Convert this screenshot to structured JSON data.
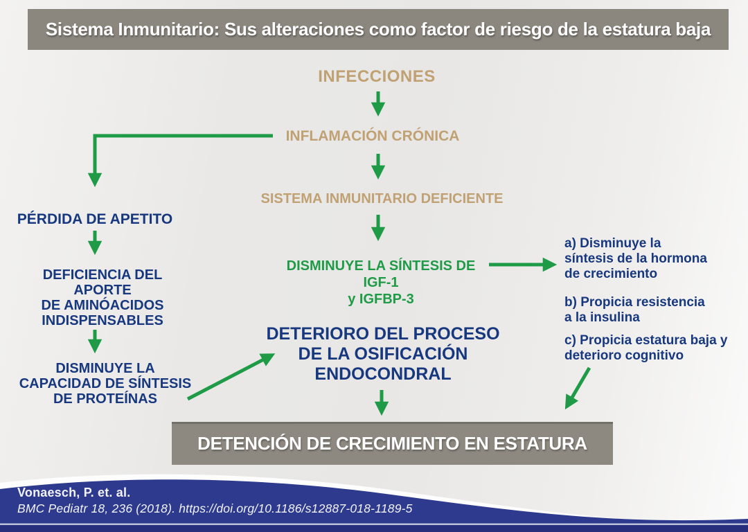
{
  "title": "Sistema Inmunitario: Sus alteraciones como factor de riesgo de la estatura baja",
  "flow": {
    "infecciones": "INFECCIONES",
    "inflamacion_cronica": "INFLAMACIÓN CRÓNICA",
    "sistema_inmunitario": "SISTEMA INMUNITARIO DEFICIENTE",
    "disminuye_sintesis": [
      "DISMINUYE LA SÍNTESIS DE",
      "IGF-1",
      "y IGFBP-3"
    ],
    "perdida_apetito": "PÉRDIDA DE APETITO",
    "deficiencia_aporte": [
      "DEFICIENCIA DEL APORTE",
      "DE AMINÓACIDOS",
      "INDISPENSABLES"
    ],
    "disminuye_capacidad": [
      "DISMINUYE LA",
      "CAPACIDAD DE SÍNTESIS",
      "DE PROTEÍNAS"
    ],
    "deterioro_osificacion": [
      "DETERIORO DEL PROCESO",
      "DE LA OSIFICACIÓN",
      "ENDOCONDRAL"
    ],
    "efecto_a": [
      "a) Disminuye la",
      "síntesis de la hormona",
      "de crecimiento"
    ],
    "efecto_b": [
      "b) Propicia resistencia",
      "a la insulina"
    ],
    "efecto_c": [
      "c) Propicia estatura baja y",
      "deterioro cognitivo"
    ],
    "detencion": "DETENCIÓN DE CRECIMIENTO EN ESTATURA"
  },
  "footer": {
    "authors": "Vonaesch, P. et. al.",
    "reference": "BMC Pediatr 18, 236 (2018). https://doi.org/10.1186/s12887-018-1189-5"
  },
  "colors": {
    "banner_gray": "#8b867e",
    "text_tan": "#c0a173",
    "text_navy": "#17387e",
    "arrow_green": "#1f9b47",
    "footer_blue": "#2e3a8e",
    "footer_strip": "#272f7d"
  }
}
